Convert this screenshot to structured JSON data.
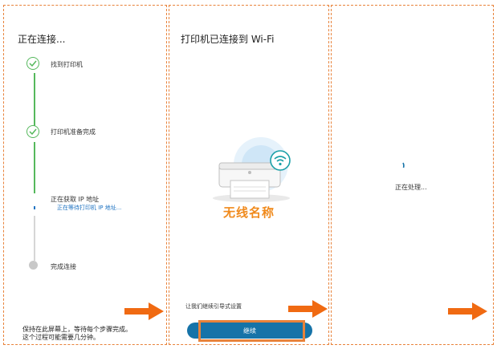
{
  "panel1": {
    "title": "正在连接...",
    "steps": [
      {
        "label": "找到打印机",
        "state": "done"
      },
      {
        "label": "打印机准备完成",
        "state": "done"
      },
      {
        "label": "正在获取 IP 地址",
        "sub": "正在等待打印机 IP 地址...",
        "state": "active"
      },
      {
        "label": "完成连接",
        "state": "pending"
      }
    ],
    "footnote_line1": "保持在此屏幕上，等待每个步骤完成。",
    "footnote_line2": "这个过程可能需要几分钟。"
  },
  "panel2": {
    "title": "打印机已连接到 Wi-Fi",
    "network_name": "无线名称",
    "continue_hint": "让我们继续引导式设置",
    "continue_label": "继续"
  },
  "panel3": {
    "processing": "正在处理..."
  },
  "icons": {
    "step_done": "check-circle-icon",
    "printer": "printer-wifi-icon",
    "arrow": "arrow-right-icon",
    "spinner": "loading-spinner-icon"
  },
  "colors": {
    "accent_orange": "#e8823a",
    "success_green": "#55b85c",
    "primary_blue": "#1673a8",
    "network_name": "#f08a1c"
  }
}
